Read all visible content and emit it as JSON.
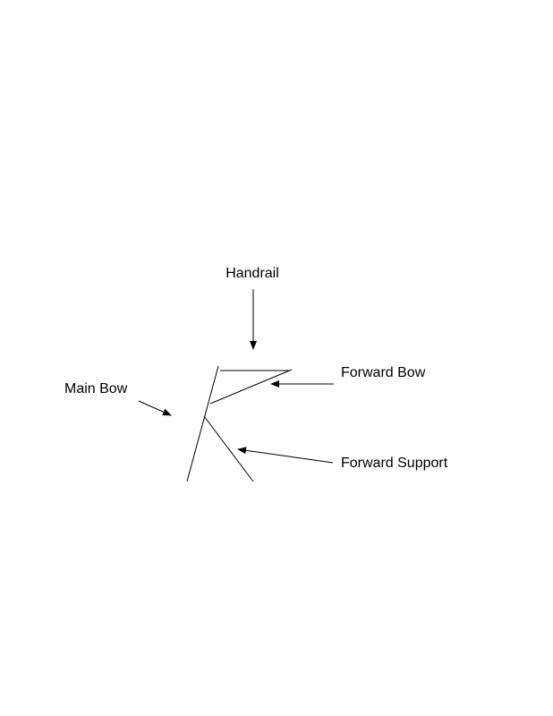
{
  "labels": {
    "handrail": "Handrail",
    "main_bow": "Main Bow",
    "forward_bow": "Forward Bow",
    "forward_support": "Forward Support"
  }
}
